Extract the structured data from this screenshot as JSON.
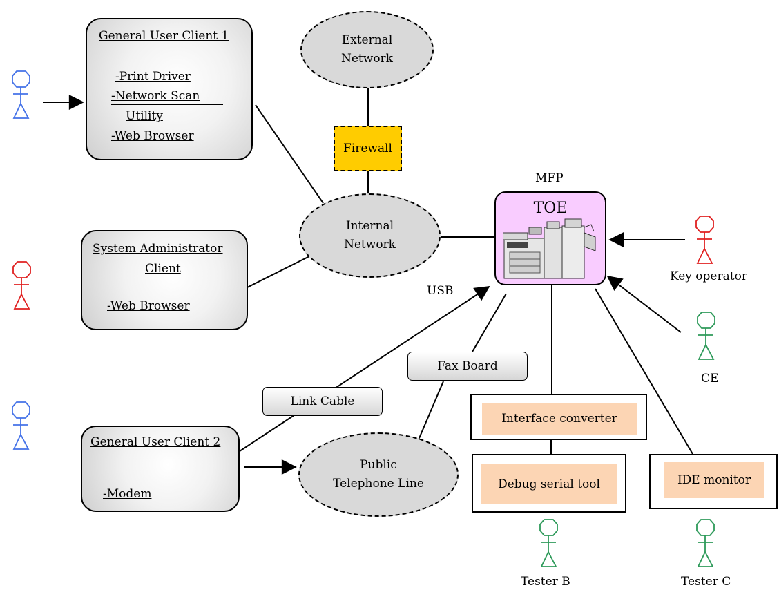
{
  "clients": {
    "client1": {
      "title": "General User Client 1",
      "items": [
        "-Print Driver",
        "-Network Scan",
        "Utility",
        "-Web Browser"
      ]
    },
    "admin": {
      "title_line1": "System Administrator",
      "title_line2": "Client",
      "items": [
        "-Web Browser"
      ]
    },
    "client2": {
      "title": "General User Client 2",
      "items": [
        "-Modem"
      ]
    }
  },
  "networks": {
    "external": [
      "External",
      "Network"
    ],
    "internal": [
      "Internal",
      "Network"
    ],
    "telephone": [
      "Public",
      "Telephone Line"
    ]
  },
  "firewall": "Firewall",
  "mfp": {
    "caption": "MFP",
    "toe": "TOE"
  },
  "connectors": {
    "usb": "USB",
    "link_cable": "Link Cable",
    "fax_board": "Fax Board"
  },
  "tools": {
    "interface_converter": "Interface converter",
    "debug_serial": "Debug serial tool",
    "ide_monitor": "IDE monitor"
  },
  "actors": {
    "key_operator": "Key operator",
    "ce": "CE",
    "tester_b": "Tester B",
    "tester_c": "Tester C"
  },
  "colors": {
    "general_user": "#4472e8",
    "admin": "#e02020",
    "tester": "#2e9a5a",
    "firewall": "#ffcc00",
    "mfp": "#f9ccff",
    "tool": "#fcd5b4"
  }
}
